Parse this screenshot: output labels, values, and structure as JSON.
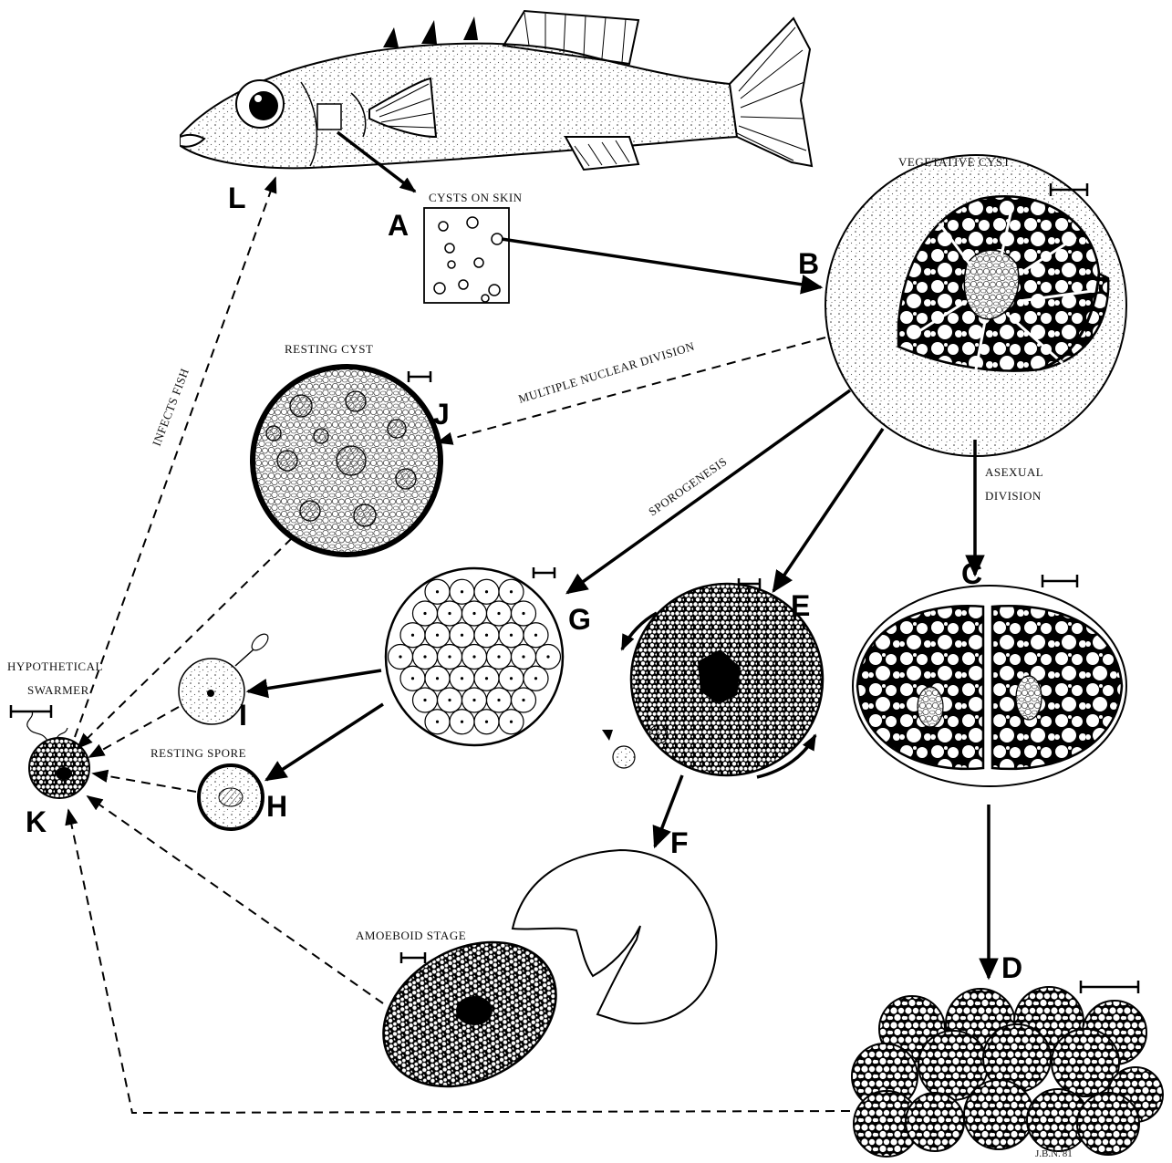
{
  "stages": {
    "A": "A",
    "B": "B",
    "C": "C",
    "D": "D",
    "E": "E",
    "F": "F",
    "G": "G",
    "H": "H",
    "I": "I",
    "J": "J",
    "K": "K",
    "L": "L"
  },
  "captions": {
    "cysts_on_skin": "CYSTS ON SKIN",
    "vegetative_cyst": "VEGETATIVE CYST",
    "resting_cyst": "RESTING CYST",
    "multiple_nuclear_division": "MULTIPLE NUCLEAR DIVISION",
    "sporogenesis": "SPOROGENESIS",
    "asexual": "ASEXUAL",
    "division": "DIVISION",
    "hypothetical": "HYPOTHETICAL",
    "swarmer": "SWARMER",
    "resting_spore": "RESTING SPORE",
    "amoeboid_stage": "AMOEBOID STAGE",
    "infects_fish": "INFECTS FISH"
  },
  "signature": "J.B.N.'81",
  "colors": {
    "ink": "#000000",
    "paper": "#ffffff"
  }
}
